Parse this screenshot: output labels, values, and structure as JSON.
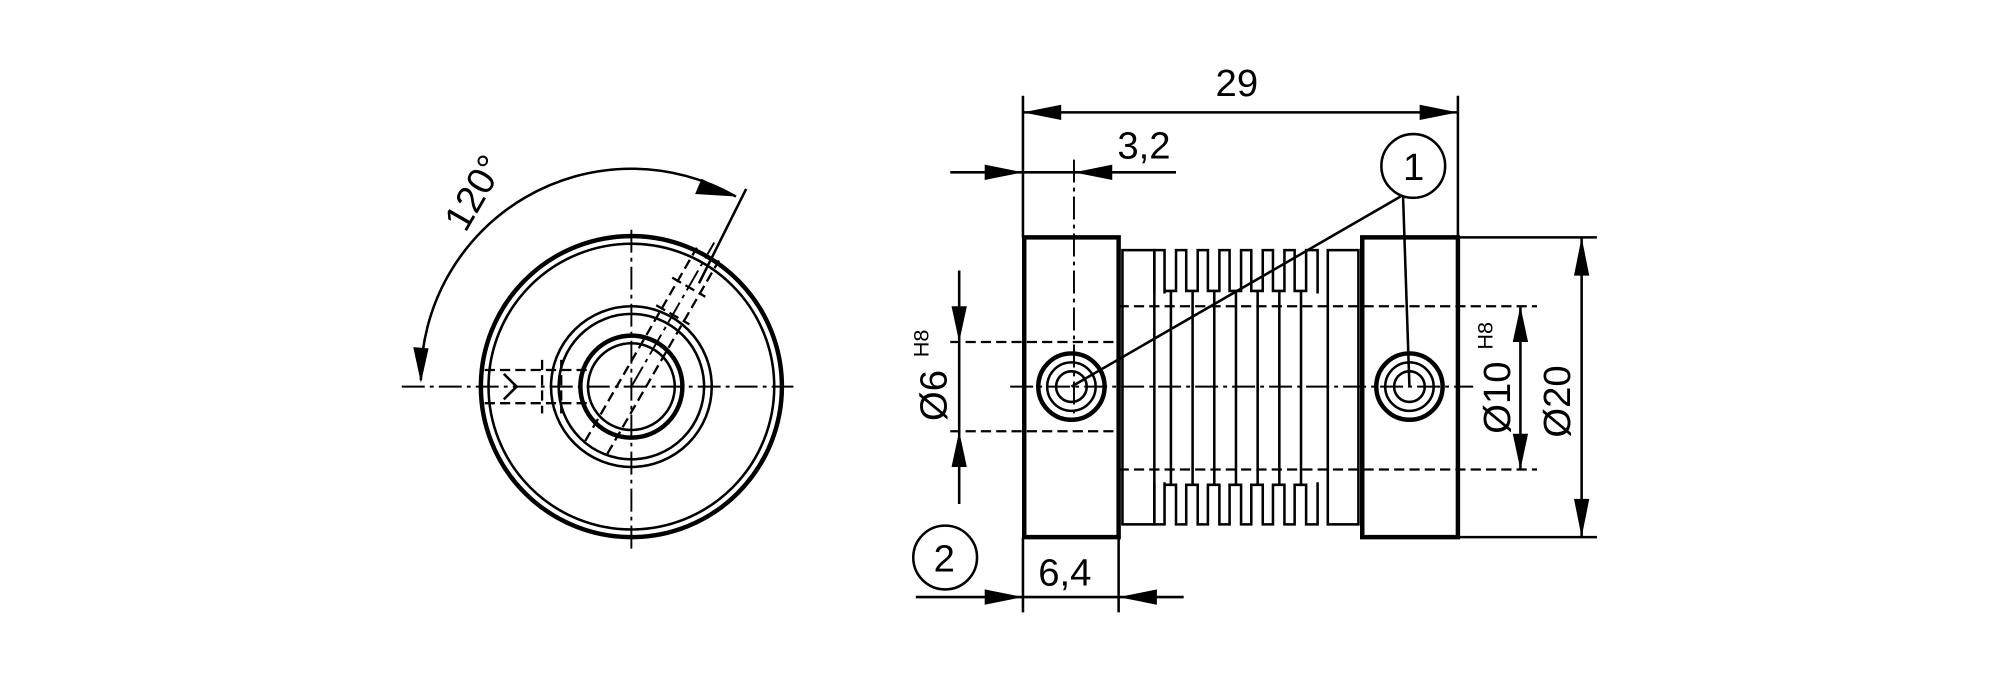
{
  "drawing": {
    "angle_label": "120°",
    "dim_length_total": "29",
    "dim_screw_offset": "3,2",
    "dim_hub_width": "6,4",
    "dim_bore_small": {
      "symbol": "Ø6",
      "tolerance": "H8"
    },
    "dim_bore_large": {
      "symbol": "Ø10",
      "tolerance": "H8"
    },
    "dim_outer_diameter": "Ø20",
    "balloon_1": "1",
    "balloon_2": "2"
  }
}
